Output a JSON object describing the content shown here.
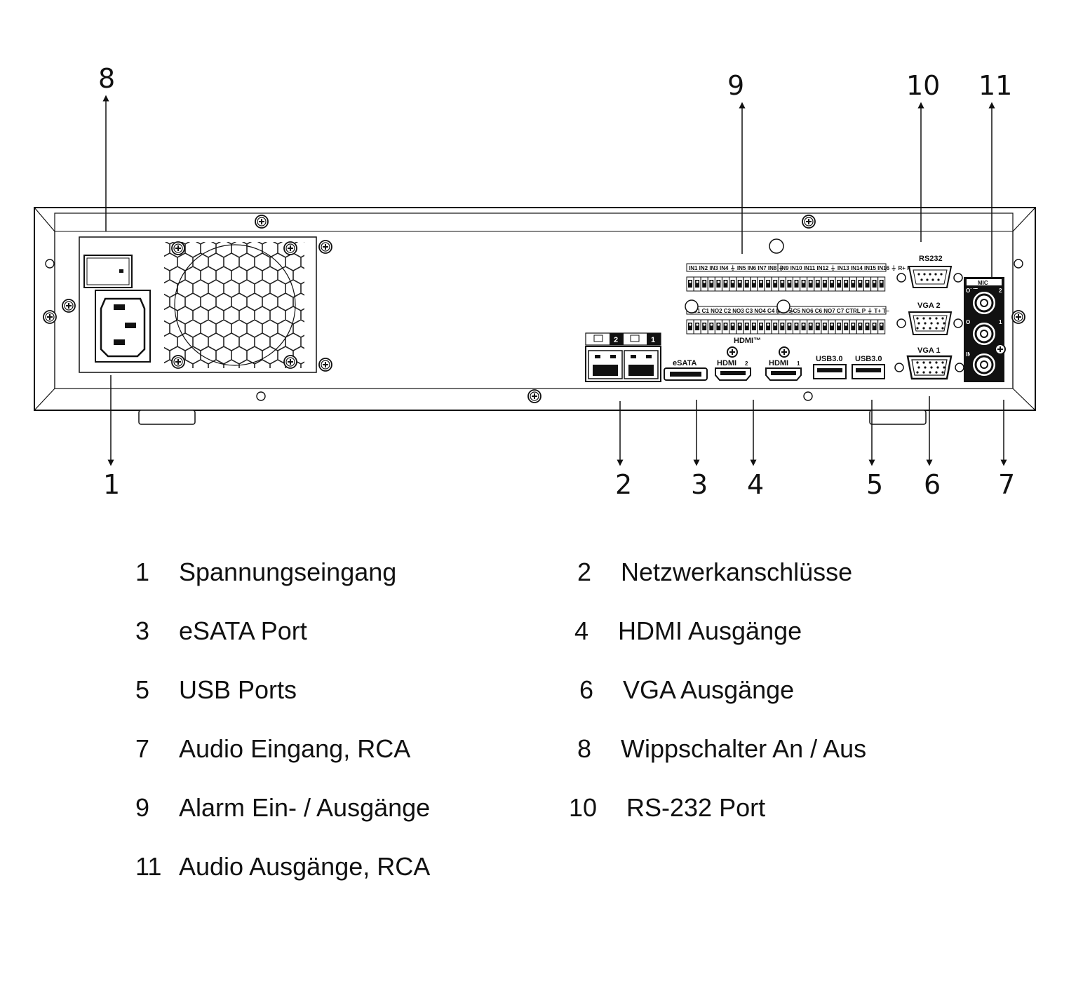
{
  "panel_labels": {
    "rs232": "RS232",
    "vga2": "VGA 2",
    "vga1": "VGA 1",
    "mic": "MIC",
    "out": "OUT",
    "in": "IN",
    "esata": "eSATA",
    "hdmi": "HDMI",
    "hdmi_brand": "HDMI™",
    "usb": "USB3.0",
    "lan1": "1",
    "lan2": "2",
    "audio_out1": "1",
    "audio_out2": "2",
    "alarm_row1a": "IN1 IN2 IN3 IN4 ⏚ IN5 IN6 IN7 IN8 ⏚",
    "alarm_row1b": "IN9 IN10 IN11 IN12 ⏚ IN13 IN14 IN15 IN16 ⏚ R+ R−",
    "alarm_row2a": "NO1 C1 NO2 C2 NO3 C3 NO4 C4 NC4 ⏚",
    "alarm_row2b": "NO5 C5 NO6 C6 NO7 C7 CTRL P ⏚ T+ T−"
  },
  "callouts": {
    "c1": "1",
    "c2": "2",
    "c3": "3",
    "c4": "4",
    "c5": "5",
    "c6": "6",
    "c7": "7",
    "c8": "8",
    "c9": "9",
    "c10": "10",
    "c11": "11"
  },
  "legend": [
    {
      "num": "1",
      "label": "Spannungseingang"
    },
    {
      "num": "2",
      "label": "Netzwerkanschlüsse"
    },
    {
      "num": "3",
      "label": "eSATA Port"
    },
    {
      "num": "4",
      "label": "HDMI Ausgänge"
    },
    {
      "num": "5",
      "label": "USB Ports"
    },
    {
      "num": "6",
      "label": "VGA Ausgänge"
    },
    {
      "num": "7",
      "label": "Audio Eingang, RCA"
    },
    {
      "num": "8",
      "label": "Wippschalter An / Aus"
    },
    {
      "num": "9",
      "label": "Alarm Ein- / Ausgänge"
    },
    {
      "num": "10",
      "label": "RS-232 Port"
    },
    {
      "num": "11",
      "label": "Audio Ausgänge, RCA"
    }
  ]
}
